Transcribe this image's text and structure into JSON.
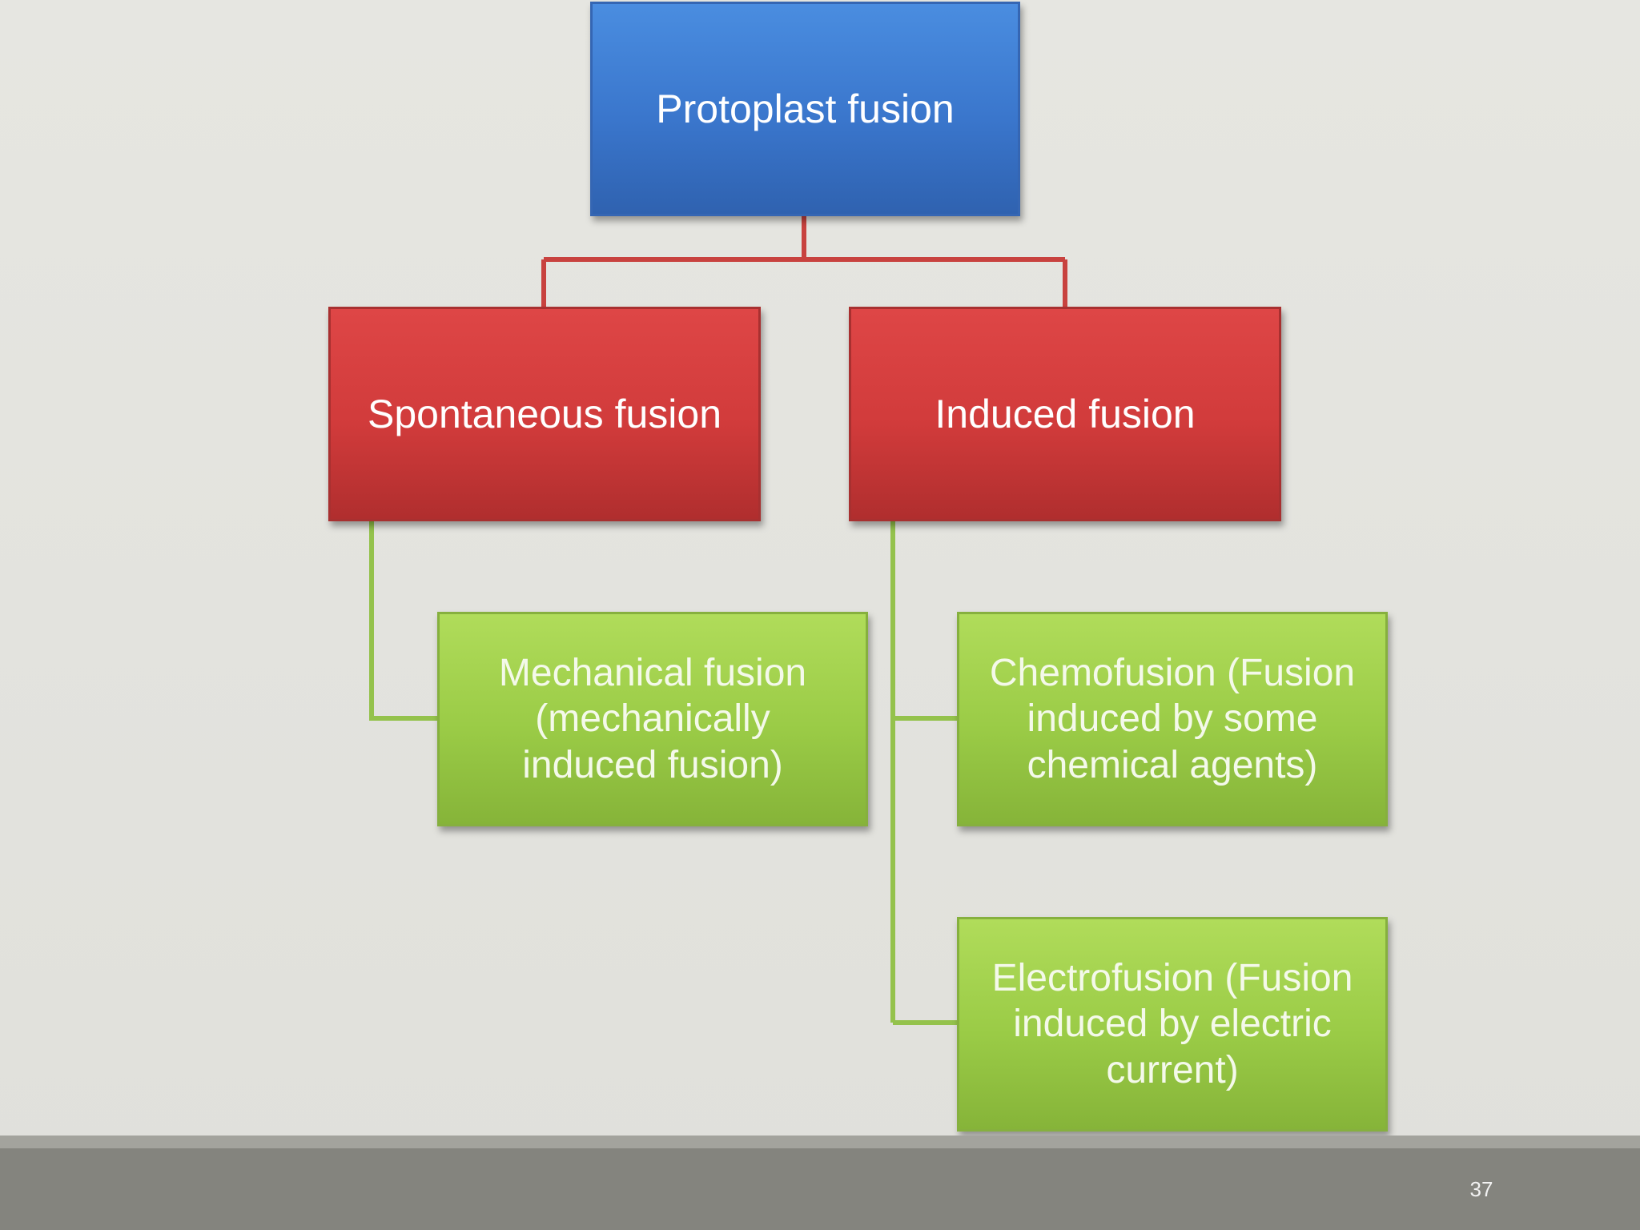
{
  "diagram": {
    "root": {
      "label": "Protoplast fusion"
    },
    "branches": [
      {
        "label": "Spontaneous fusion",
        "children": [
          {
            "label": "Mechanical fusion\n(mechanically\ninduced fusion)"
          }
        ]
      },
      {
        "label": "Induced fusion",
        "children": [
          {
            "label": "Chemofusion (Fusion\ninduced by some\nchemical agents)"
          },
          {
            "label": "Electrofusion (Fusion\ninduced by electric\ncurrent)"
          }
        ]
      }
    ]
  },
  "colors": {
    "root": "#3a76cc",
    "branch": "#d13b3b",
    "leaf": "#9acb46",
    "branch_connector": "#c8423f",
    "leaf_connector": "#94c24c"
  },
  "footer": {
    "page_number": "37"
  }
}
